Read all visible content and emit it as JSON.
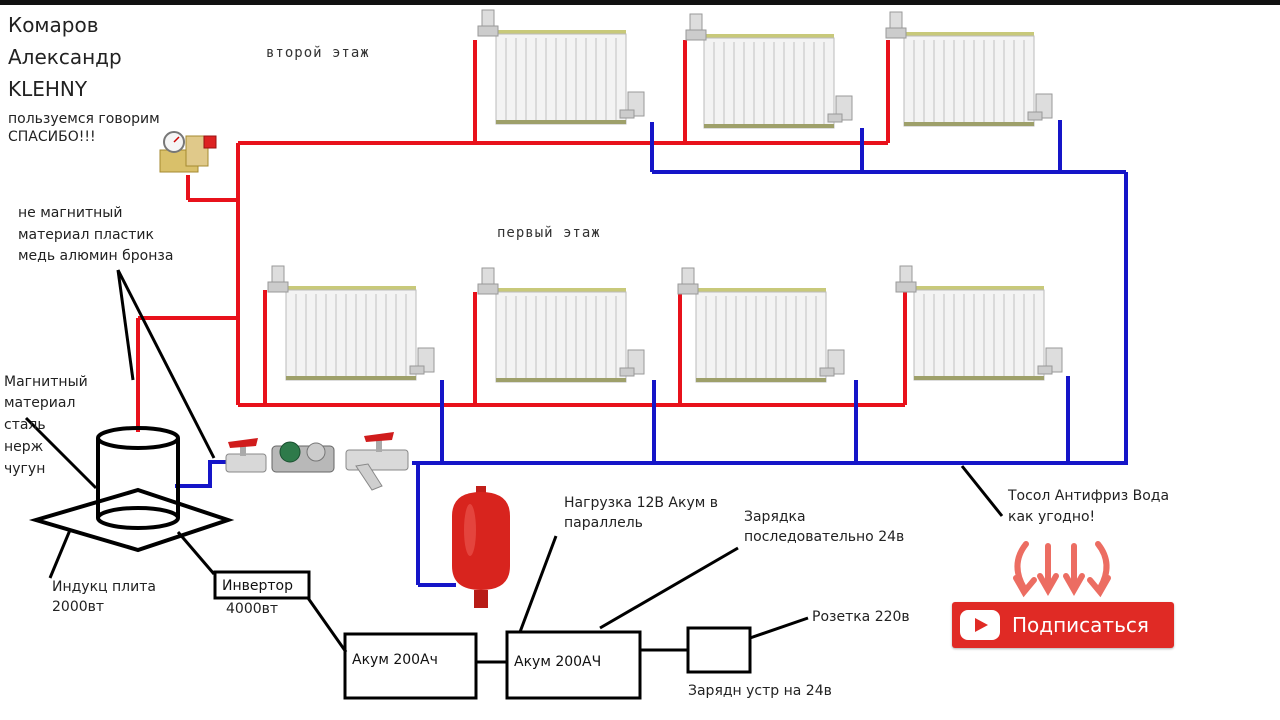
{
  "author": {
    "line1": "Комаров",
    "line2": "Александр",
    "line3": "KLEHNY",
    "note1": "пользуемся говорим",
    "note2": "СПАСИБО!!!"
  },
  "floors": {
    "second": "второй этаж",
    "first": "первый этаж"
  },
  "labels": {
    "nonmag1": "не магнитный",
    "nonmag2": "материал пластик",
    "nonmag3": "медь алюмин бронза",
    "mag1": "Магнитный",
    "mag2": "материал",
    "mag3": "сталь",
    "mag4": "нерж",
    "mag5": "чугун",
    "induct1": "Индукц плита",
    "induct2": "2000вт",
    "inverter": "Инвертор",
    "inverter_power": "4000вт",
    "battery1": "Акум 200Ач",
    "battery2": "Акум 200АЧ",
    "charger": "Зарядн устр на 24в",
    "socket": "Розетка 220в",
    "load1": "Нагрузка 12В  Акум в",
    "load2": "параллель",
    "charge1": "Зарядка",
    "charge2": "последовательно 24в",
    "coolant1": "Тосол Антифриз  Вода",
    "coolant2": "как угодно!"
  },
  "subscribe": {
    "label": "Подписаться"
  },
  "colors": {
    "supply": "#e8111b",
    "return": "#1515c8",
    "wire": "#000000",
    "tank": "#d8241e",
    "accent": "#e02a25"
  },
  "icons": {
    "radiator": "radiator-icon",
    "valve": "ball-valve-icon",
    "pump": "circulation-pump-icon",
    "filter": "strainer-filter-icon",
    "tank": "expansion-tank-icon",
    "safety": "safety-group-icon",
    "arrows": "down-arrows-icon",
    "play": "youtube-play-icon"
  }
}
